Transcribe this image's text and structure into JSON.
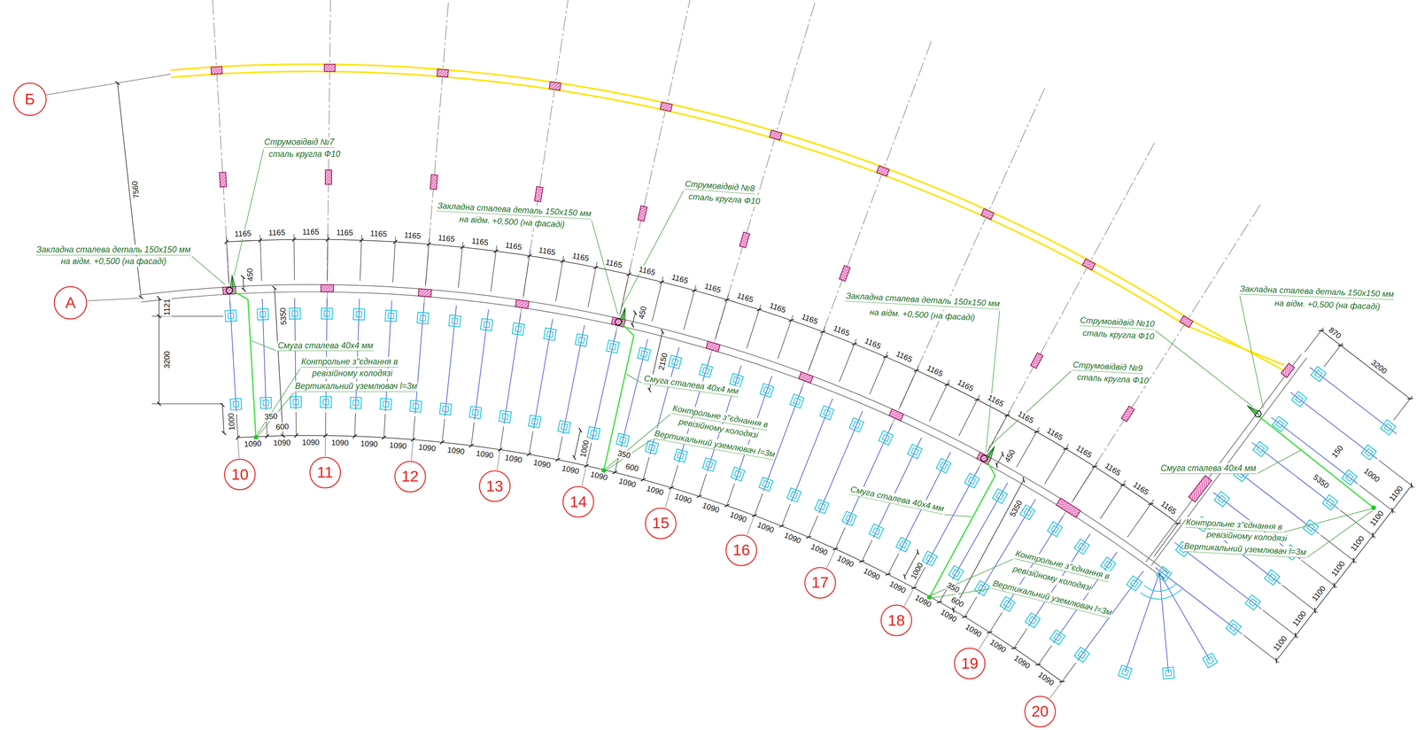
{
  "diagram": {
    "nodes": [
      {
        "text": [
          "Б"
        ]
      },
      {
        "text": [
          "А"
        ]
      },
      {
        "text": [
          "10"
        ]
      },
      {
        "text": [
          "11"
        ]
      },
      {
        "text": [
          "12"
        ]
      },
      {
        "text": [
          "13"
        ]
      },
      {
        "text": [
          "14"
        ]
      },
      {
        "text": [
          "15"
        ]
      },
      {
        "text": [
          "16"
        ]
      },
      {
        "text": [
          "17"
        ]
      },
      {
        "text": [
          "18"
        ]
      },
      {
        "text": [
          "19"
        ]
      },
      {
        "text": [
          "20"
        ]
      }
    ],
    "labels": [
      "Струмовідвід №7",
      "сталь кругла Ф10",
      "Закладна сталева деталь 150х150 мм",
      "на відм. +0,500 (на фасаді)",
      "Смуга сталева 40х4 мм",
      "Контрольне з\"єднання в",
      "ревізійному колодязі",
      "Вертикальний уземлювач l=3м",
      "Закладна сталева деталь 150х150 мм",
      "на відм. +0,500 (на фасаді)",
      "Струмовідвід №8",
      "сталь кругла Ф10",
      "Смуга сталева 40х4 мм",
      "Контрольне з\"єднання в",
      "ревізійному колодязі",
      "Вертикальний уземлювач l=3м",
      "Закладна сталева деталь 150х150 мм",
      "на відм. +0,500 (на фасаді)",
      "Струмовідвід №10",
      "сталь кругла Ф10",
      "Струмовідвід №9",
      "сталь кругла Ф10",
      "Смуга сталева 40х4 мм",
      "Контрольне з\"єднання в",
      "ревізійному колодязі",
      "Вертикальний уземлювач l=3м",
      "Закладна сталева деталь 150х150 мм",
      "на відм. +0,500 (на фасаді)",
      "Смуга сталева 40х4 мм",
      "Контрольне з\"єднання в",
      "ревізійному колодязі",
      "Вертикальний уземлювач l=3м",
      "7560",
      "1121",
      "3200",
      "450",
      "5350",
      "1000",
      "350",
      "600",
      "450",
      "2150",
      "1000",
      "350",
      "600",
      "450",
      "5350",
      "1000",
      "350",
      "600",
      "870",
      "3200",
      "150",
      "5350",
      "1000",
      "1165",
      "1165",
      "1165",
      "1165",
      "1165",
      "1165",
      "1165",
      "1165",
      "1165",
      "1165",
      "1165",
      "1165",
      "1165",
      "1165",
      "1165",
      "1165",
      "1165",
      "1165",
      "1165",
      "1165",
      "1165",
      "1165",
      "1165",
      "1165",
      "1165",
      "1165",
      "1165",
      "1165",
      "1165",
      "1165",
      "1090",
      "1090",
      "1090",
      "1090",
      "1090",
      "1090",
      "1090",
      "1090",
      "1090",
      "1090",
      "1090",
      "1090",
      "1090",
      "1090",
      "1090",
      "1090",
      "1090",
      "1090",
      "1090",
      "1090",
      "1090",
      "1090",
      "1090",
      "1090",
      "1090",
      "1090",
      "1090",
      "1090",
      "1090",
      "1090",
      "1100",
      "1100",
      "1100",
      "1100",
      "1100",
      "1100",
      "1100"
    ]
  }
}
